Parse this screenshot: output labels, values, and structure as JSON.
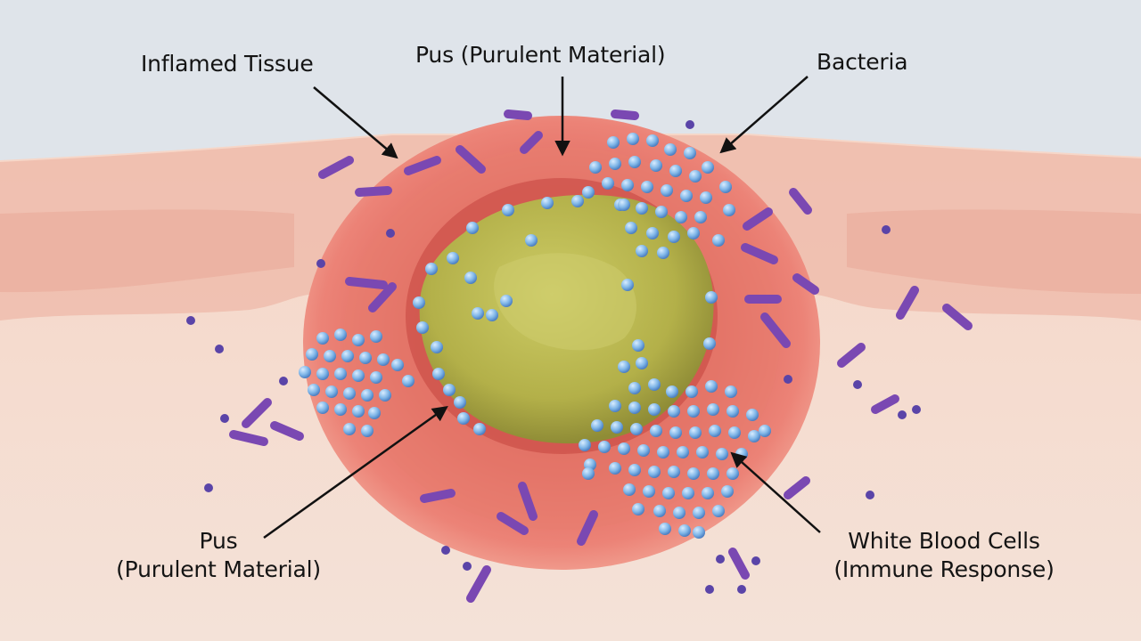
{
  "labels": {
    "inflamed_tissue": "Inflamed Tissue",
    "pus_top": "Pus (Purulent Material)",
    "bacteria": "Bacteria",
    "pus_bottom_line1": "Pus",
    "pus_bottom_line2": "(Purulent Material)",
    "wbc_line1": "White Blood Cells",
    "wbc_line2": "(Immune Response)"
  },
  "colors": {
    "sky": "#dfe4ea",
    "skin": "#f2cfc0",
    "skin_layer": "#eab0a0",
    "inflamed": "#e2675e",
    "pus": "#b8b84e",
    "white_blood_cell": "#7fb6e8",
    "bacteria": "#8a55c0",
    "arrow": "#111111"
  }
}
